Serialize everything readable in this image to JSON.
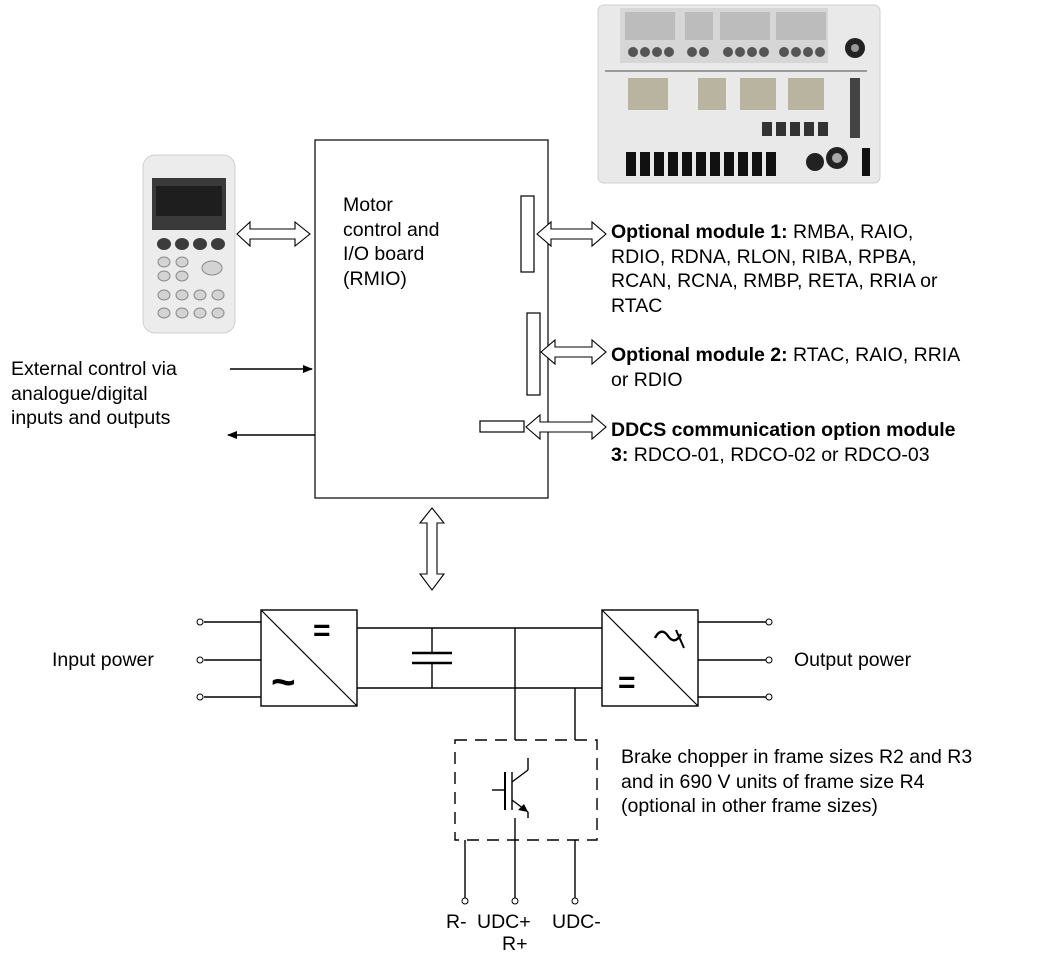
{
  "main_board": {
    "lines": [
      "Motor",
      "control and",
      "I/O board",
      "(RMIO)"
    ]
  },
  "external_control": {
    "lines": [
      "External control via",
      "analogue/digital",
      "inputs and outputs"
    ]
  },
  "option_1": {
    "title": "Optional module 1:",
    "lines": [
      " RMBA, RAIO,",
      "RDIO, RDNA, RLON, RIBA, RPBA,",
      "RCAN, RCNA, RMBP, RETA, RRIA or",
      "RTAC"
    ]
  },
  "option_2": {
    "title": "Optional module 2:",
    "lines": [
      " RTAC, RAIO, RRIA",
      "or RDIO"
    ]
  },
  "option_3": {
    "title_line1": "DDCS communication option module",
    "title_line2": "3:",
    "rest": " RDCO-01, RDCO-02 or RDCO-03"
  },
  "power": {
    "input_label": "Input power",
    "output_label": "Output power",
    "rectifier_dc": "=",
    "rectifier_ac": "~",
    "inverter_dc": "="
  },
  "brake": {
    "lines": [
      "Brake chopper in frame sizes R2 and R3",
      "and in 690 V units of frame size R4",
      "(optional in other frame sizes)"
    ]
  },
  "terminals": {
    "r_minus": "R-",
    "udc_plus": "UDC+",
    "r_plus": "R+",
    "udc_minus": "UDC-"
  },
  "images": {
    "keypad": "control-panel-keypad",
    "module": "rdco-communication-module"
  }
}
